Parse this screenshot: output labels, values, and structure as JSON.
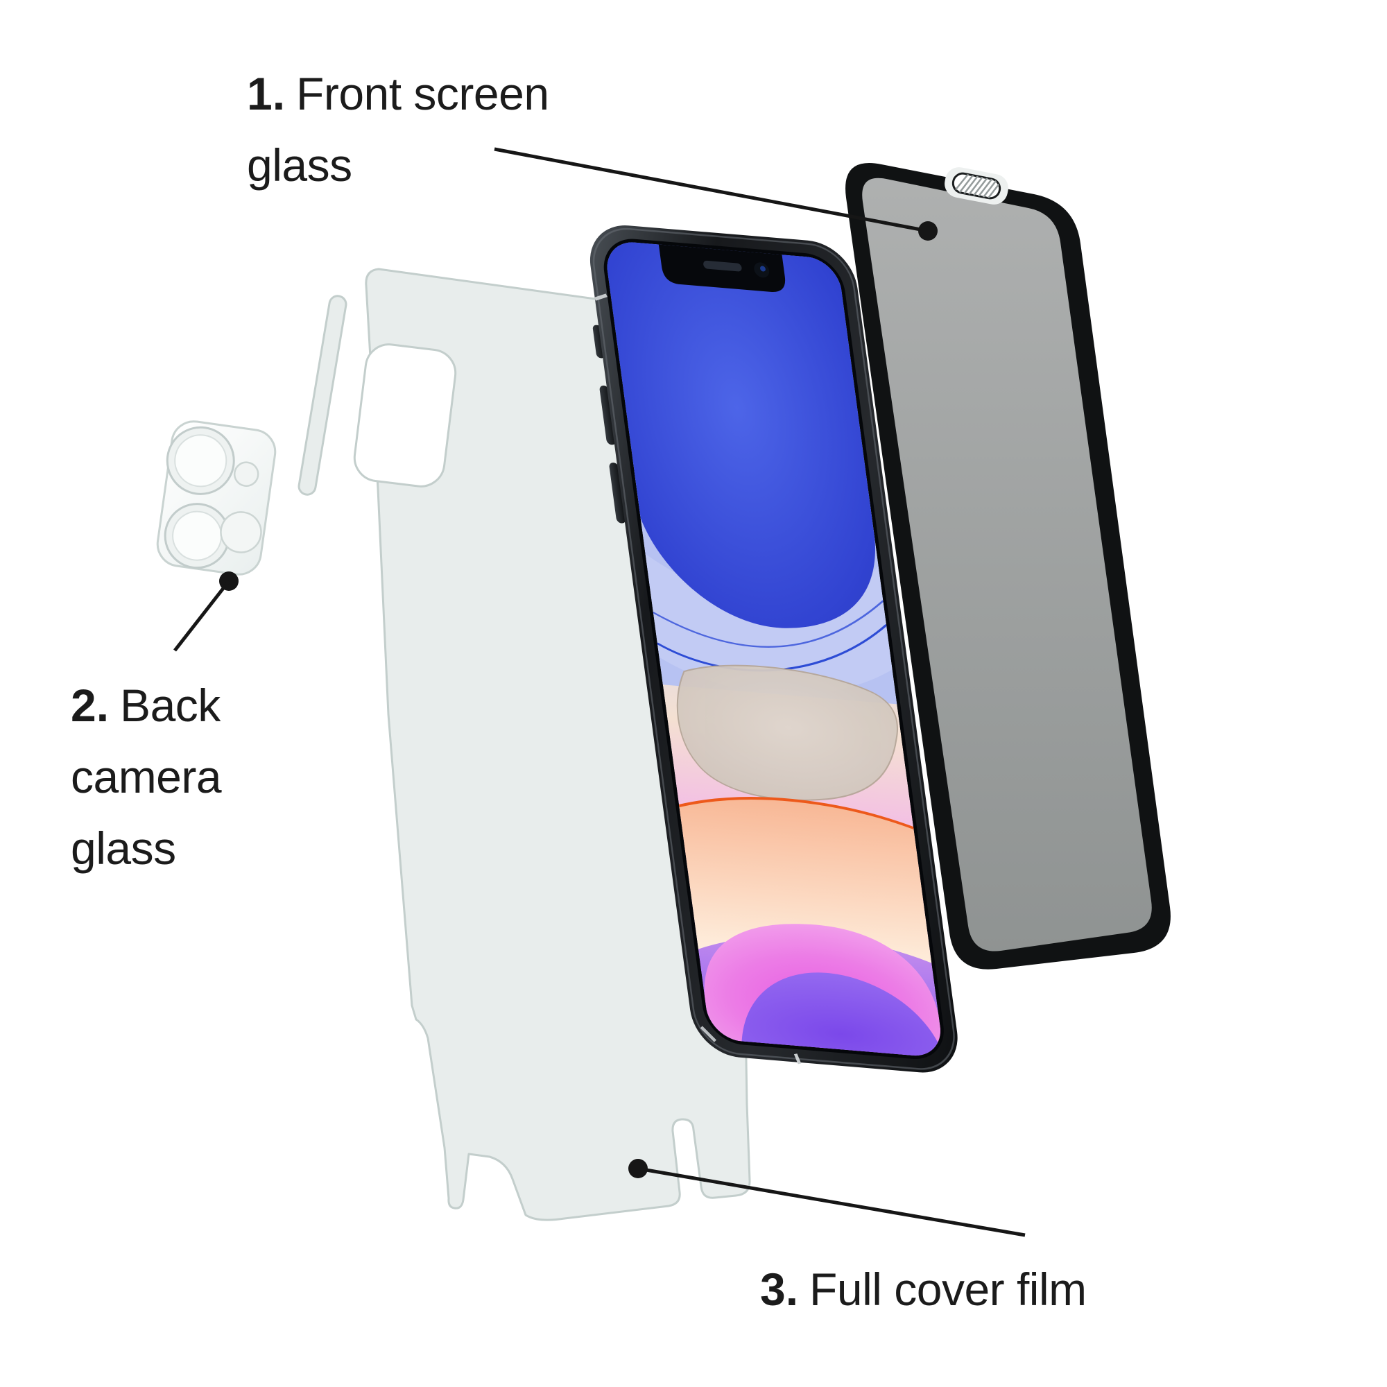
{
  "labels": {
    "front_glass": {
      "number": "1.",
      "line1": "Front screen",
      "line2": "glass"
    },
    "camera_glass": {
      "number": "2.",
      "line1": "Back",
      "line2": "camera",
      "line3": "glass"
    },
    "full_film": {
      "number": "3.",
      "text": "Full cover film"
    }
  },
  "colors": {
    "background": "#ffffff",
    "text": "#1b1b1b",
    "film_fill": "#e8edec",
    "film_stroke": "#c3cecc",
    "glass_border": "#101213",
    "glass_pane": "#eef1f0",
    "leader_line": "#161616",
    "wallpaper_blue": "#3f53d9",
    "wallpaper_periwinkle": "#b7c2f2",
    "wallpaper_cream": "#d8cfc7",
    "wallpaper_orange": "#ed591b",
    "wallpaper_peach": "#f8bd9a",
    "wallpaper_pink": "#e75ce2",
    "wallpaper_purple": "#7b48ea",
    "phone_frame": "#17191c"
  }
}
